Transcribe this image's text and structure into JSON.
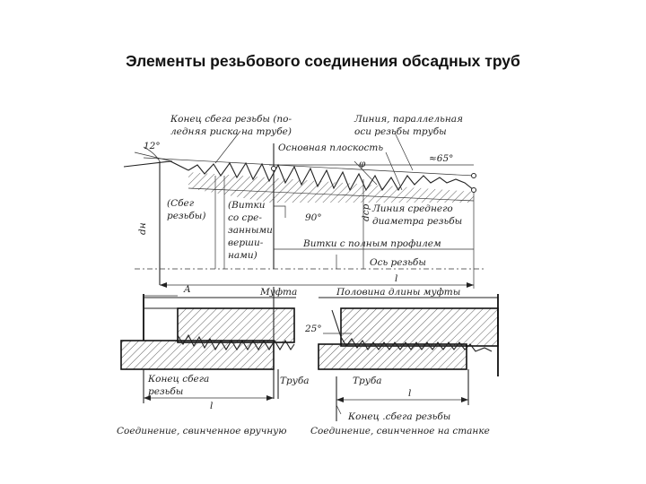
{
  "title": "Элементы резьбового соединения обсадных труб",
  "labels": {
    "konets_sbega_top": [
      "Конец сбега резьбы (по-",
      "ледняя риска на трубе)"
    ],
    "liniya_parallelnaya": [
      "Линия, параллельная",
      "оси резьбы трубы"
    ],
    "osnovnaya_ploskost": "Основная плоскость",
    "angle_12": "12°",
    "angle_65": "≈65°",
    "phi": "φ",
    "sbeg_rezby": [
      "(Сбег",
      "резьбы)"
    ],
    "vitki_srez": [
      "(Витки",
      "со сре-",
      "занными",
      "верши-",
      "нами)"
    ],
    "angle_90": "90°",
    "dcp": "dср",
    "linia_srednego": [
      "Линия среднего",
      "диаметра резьбы"
    ],
    "vitki_polnym": "Витки с полным профилем",
    "os_rezby": "Ось резьбы",
    "dn": "dн",
    "l_top": "l",
    "A": "A",
    "mufta": "Муфта",
    "polovina_dliny": "Половина длины муфты",
    "angle_25": "25°",
    "konets_sbega_left": [
      "Конец сбега",
      "резьбы"
    ],
    "truba_left": "Труба",
    "truba_right": "Труба",
    "l_left": "l",
    "l_right": "l",
    "konets_sbega_right": "Конец .сбега резьбы",
    "caption_left": "Соединение, свинченное вручную",
    "caption_right": "Соединение, свинченное на станке"
  }
}
